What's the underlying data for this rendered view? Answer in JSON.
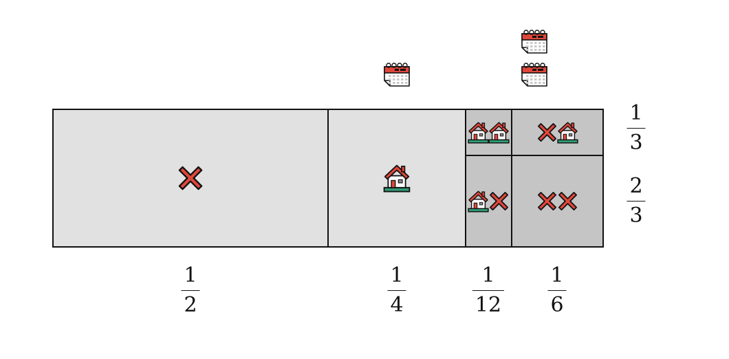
{
  "colors": {
    "outline": "#111111",
    "light_cell": "#e1e1e1",
    "dark_cell": "#c5c5c5",
    "cross": "#e0473a",
    "roof": "#e0473a",
    "house_wall": "#ffffff",
    "grass": "#2f9a74",
    "calendar_header": "#e0473a"
  },
  "icons": {
    "cross": "cross-icon",
    "house": "house-icon",
    "calendar": "calendar-icon"
  },
  "columns": [
    {
      "num": "1",
      "den": "2"
    },
    {
      "num": "1",
      "den": "4"
    },
    {
      "num": "1",
      "den": "12"
    },
    {
      "num": "1",
      "den": "6"
    }
  ],
  "rows": [
    {
      "num": "1",
      "den": "3"
    },
    {
      "num": "2",
      "den": "3"
    }
  ],
  "calendars_above_column": [
    0,
    1,
    0,
    2
  ],
  "cells": [
    {
      "column": 0,
      "row": "all",
      "shade": "light",
      "icons": [
        "cross"
      ]
    },
    {
      "column": 1,
      "row": "all",
      "shade": "light",
      "icons": [
        "house"
      ]
    },
    {
      "column": 2,
      "row": 0,
      "shade": "dark",
      "icons": [
        "house",
        "house"
      ]
    },
    {
      "column": 3,
      "row": 0,
      "shade": "dark",
      "icons": [
        "cross",
        "house"
      ]
    },
    {
      "column": 2,
      "row": 1,
      "shade": "dark",
      "icons": [
        "house",
        "cross"
      ]
    },
    {
      "column": 3,
      "row": 1,
      "shade": "dark",
      "icons": [
        "cross",
        "cross"
      ]
    }
  ]
}
